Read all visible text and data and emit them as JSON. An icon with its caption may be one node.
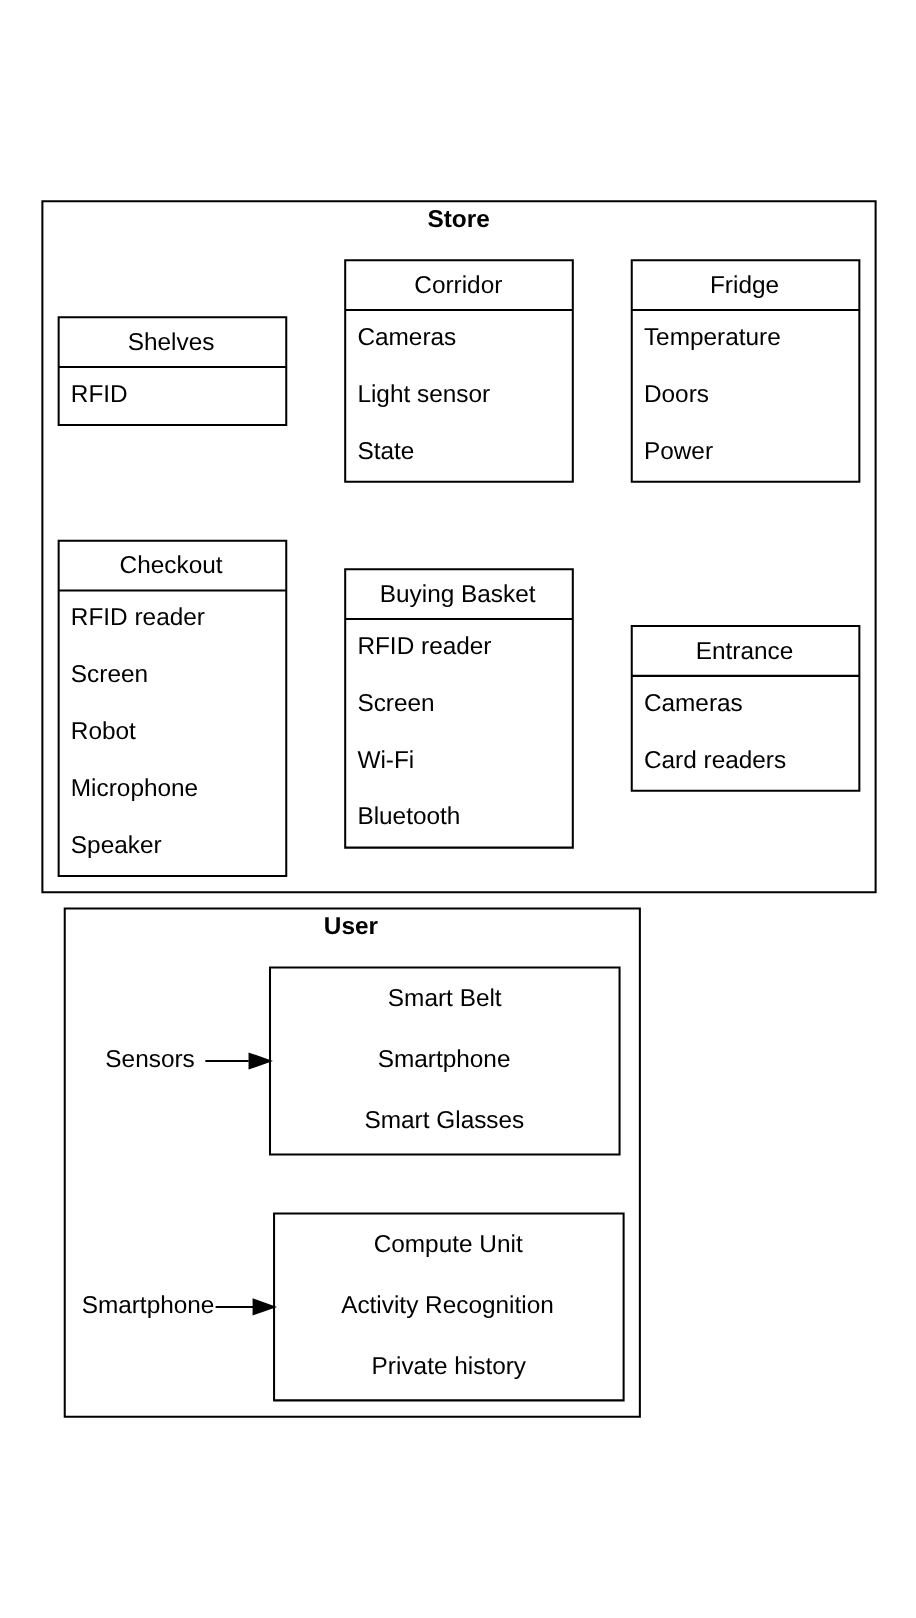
{
  "diagram": {
    "nodes": [
      {
        "text": [
          "Store"
        ]
      },
      {
        "text": [
          "Fridge",
          "Temperature",
          "Doors",
          "Power"
        ],
        "in": 0
      },
      {
        "text": [
          "Corridor",
          "Cameras",
          "Light sensor",
          "State"
        ],
        "in": 0
      },
      {
        "text": [
          "Shelves",
          "RFID"
        ],
        "in": 0
      },
      {
        "text": [
          "Entrance",
          "Cameras",
          "Card readers"
        ],
        "in": 0
      },
      {
        "text": [
          "Buying Basket",
          "RFID reader",
          "Screen",
          "Wi-Fi",
          "Bluetooth"
        ],
        "in": 0
      },
      {
        "text": [
          "Checkout",
          "RFID reader",
          "Screen",
          "Robot",
          "Microphone",
          "Speaker"
        ],
        "in": 0
      },
      {
        "text": [
          "User"
        ]
      },
      {
        "text": [
          "Sensors"
        ],
        "in": 7
      },
      {
        "text": [
          "Smart Belt",
          "Smartphone",
          "Smart Glasses"
        ],
        "in": 7
      },
      {
        "text": [
          "Smartphone"
        ],
        "in": 7
      },
      {
        "text": [
          "Compute Unit",
          "Activity Recognition",
          "Private history"
        ],
        "in": 7
      }
    ],
    "edges": [
      {
        "from": 8,
        "to": 9,
        "arrow": "to"
      },
      {
        "from": 10,
        "to": 11,
        "arrow": "to"
      }
    ]
  }
}
